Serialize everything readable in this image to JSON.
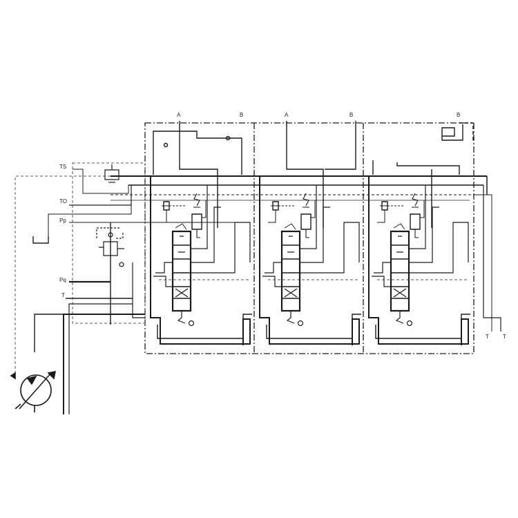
{
  "labels": {
    "ts": "TS",
    "to": "TO",
    "pp": "Pp",
    "pq": "Pq",
    "t_left": "T",
    "sec1_a": "A",
    "sec1_b": "B",
    "sec2_a": "A",
    "sec2_b": "B",
    "sec3_b": "B",
    "t_right1": "T",
    "t_right2": "T"
  },
  "colors": {
    "line": "#1a1a1a",
    "thin": "#333333",
    "dashed": "#555555"
  },
  "sections": [
    "section-1",
    "section-2",
    "section-3"
  ],
  "icons": [
    "pump-icon",
    "relief-valve-icon",
    "pressure-reducing-valve-icon",
    "spool-valve-icon",
    "check-valve-icon",
    "tank-icon"
  ]
}
